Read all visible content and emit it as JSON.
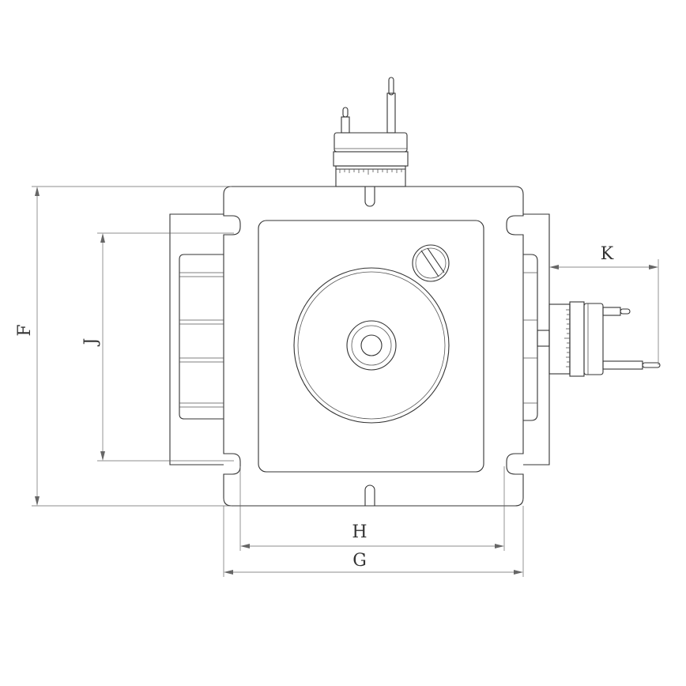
{
  "dimensions": {
    "F": "F",
    "J": "J",
    "H": "H",
    "G": "G",
    "K": "K"
  }
}
